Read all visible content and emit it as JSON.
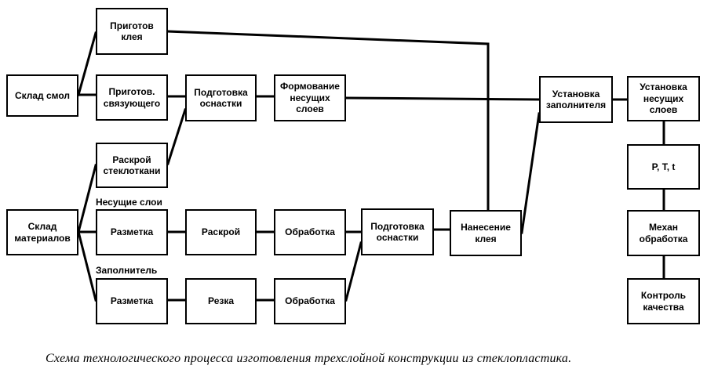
{
  "boxes": {
    "sklad_smol": "Склад смол",
    "prigotov_kleya": "Приготов\nклея",
    "prigotov_svyazuyuschego": "Приготов.\nсвязующего",
    "podgotovka_osnastki_1": "Подготовка\nоснастки",
    "formovanie": "Формование\nнесущих\nслоев",
    "raskroy_stekloткani": "Раскрой\nстеклоткани",
    "sklad_materialov": "Склад\nматериалов",
    "razmetka_1": "Разметка",
    "raskroy": "Раскрой",
    "obrabotka_1": "Обработка",
    "podgotovka_osnastki_2": "Подготовка\nоснастки",
    "nanesenie_kleya": "Нанесение\nклея",
    "razmetka_2": "Разметка",
    "rezka": "Резка",
    "obrabotka_2": "Обработка",
    "ustanovka_zapolnitelya": "Установка\nзаполнителя",
    "ustanovka_nesuschih": "Установка\nнесущих\nслоев",
    "ptt": "P, T, t",
    "mehan_obrabotka": "Механ\nобработка",
    "kontrol_kachestva": "Контроль\nкачества"
  },
  "labels": {
    "nesuschie_sloi": "Несущие слои",
    "zapolnitel": "Заполнитель"
  },
  "caption": "Схема технологического процесса изготовления трехслойной конструкции из стеклопластика."
}
